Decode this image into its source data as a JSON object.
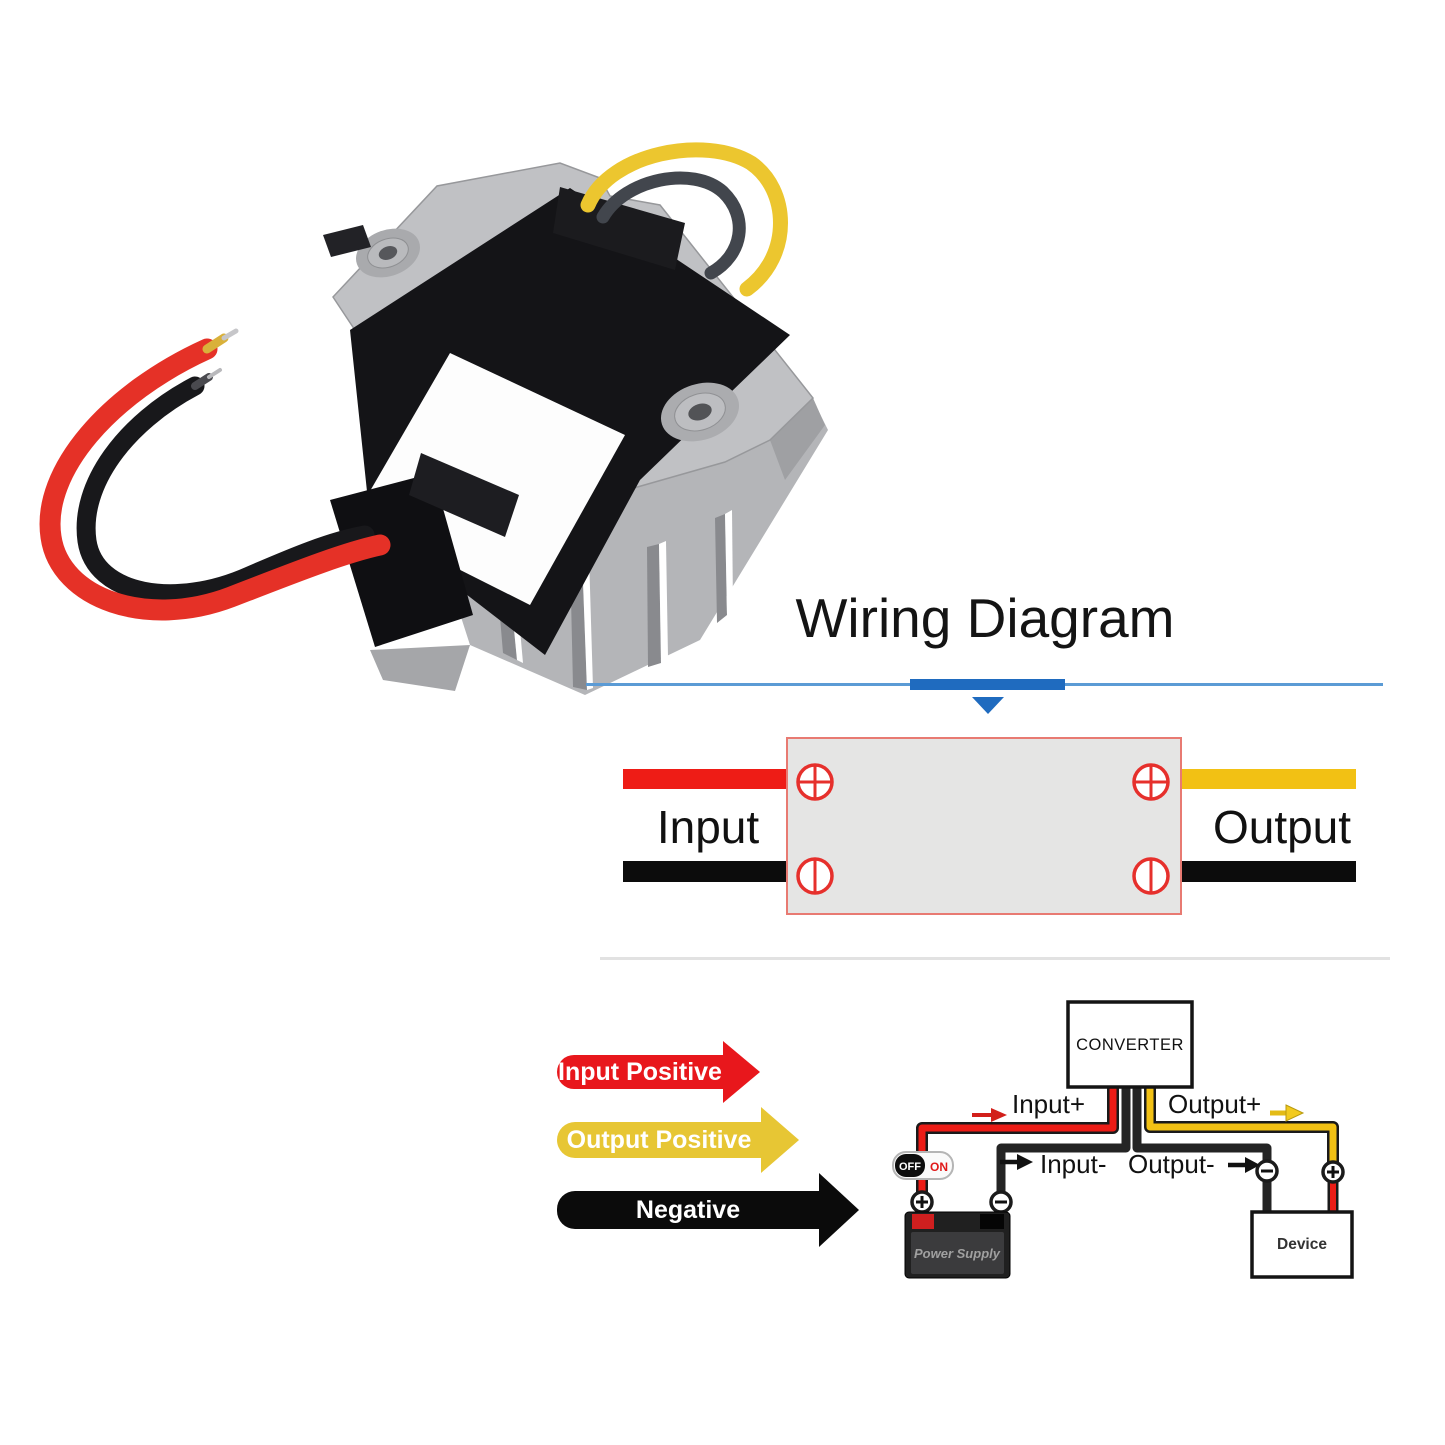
{
  "title": "Wiring Diagram",
  "photo": {
    "description": "dc-dc converter module with heatsink, red/black input wires and yellow/black output wires",
    "colors": {
      "body": "#c0c1c4",
      "input_wire": "#e53127",
      "negative_wire": "#18181b",
      "output_wire": "#ecc62f"
    }
  },
  "pointer": {
    "line_color": "#5b9bd5",
    "accent_color": "#1f6bbf"
  },
  "block_diagram": {
    "input_label": "Input",
    "output_label": "Output",
    "colors": {
      "input_positive": "#ee1c16",
      "negative": "#0c0c0c",
      "output_positive": "#f2c114",
      "box_fill": "#e5e5e4",
      "box_border": "#e87a72",
      "terminal": "#e6302c"
    }
  },
  "legend": [
    {
      "label": "Input Positive",
      "color": "#e8171c"
    },
    {
      "label": "Output Positive",
      "color": "#e7c634"
    },
    {
      "label": "Negative",
      "color": "#0b0b0b"
    }
  ],
  "connection_diagram": {
    "converter_label": "CONVERTER",
    "input_pos_label": "Input+",
    "input_neg_label": "Input-",
    "output_pos_label": "Output+",
    "output_neg_label": "Output-",
    "switch_off_label": "OFF",
    "switch_on_label": "ON",
    "power_supply_label": "Power Supply",
    "device_label": "Device"
  }
}
